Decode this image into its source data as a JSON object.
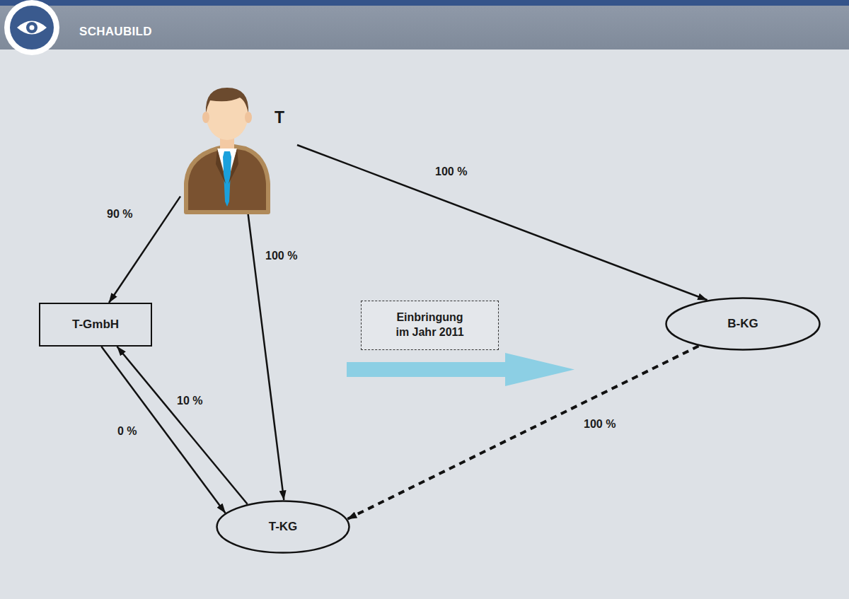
{
  "diagram": {
    "title": "SCHAUBILD",
    "nodes": [
      {
        "text": [
          "T"
        ]
      },
      {
        "text": [
          "T-GmbH"
        ]
      },
      {
        "text": [
          "Einbringung im Jahr 2011"
        ]
      },
      {
        "text": [
          "B-KG"
        ]
      },
      {
        "text": [
          "T-KG"
        ]
      }
    ],
    "edges": [
      {
        "from": 0,
        "to": 1,
        "label": "90 %",
        "arrow": "to"
      },
      {
        "from": 0,
        "to": 4,
        "label": "100 %",
        "arrow": "to"
      },
      {
        "from": 0,
        "to": 3,
        "label": "100 %",
        "arrow": "to"
      },
      {
        "from": 1,
        "to": 4,
        "label": "0 %",
        "arrow": "to"
      },
      {
        "from": 4,
        "to": 1,
        "label": "10 %",
        "arrow": "to"
      },
      {
        "from": 3,
        "to": 4,
        "label": "100 %",
        "arrow": "to"
      }
    ]
  }
}
